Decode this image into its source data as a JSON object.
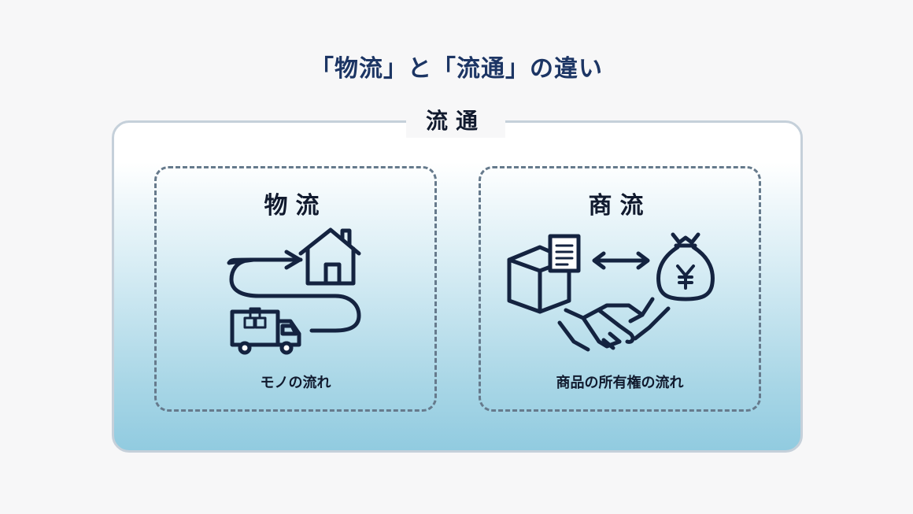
{
  "title": "「物流」と「流通」の違い",
  "outer": {
    "label": "流通"
  },
  "boxes": [
    {
      "title": "物流",
      "caption": "モノの流れ",
      "icons": [
        "route-arrow-icon",
        "house-icon",
        "delivery-truck-icon"
      ]
    },
    {
      "title": "商流",
      "caption": "商品の所有権の流れ",
      "icons": [
        "cardboard-box-icon",
        "document-icon",
        "double-arrow-icon",
        "money-bag-yen-icon",
        "handshake-icon"
      ]
    }
  ],
  "colors": {
    "title": "#1c3564",
    "icon": "#142340",
    "dashed_border": "#667a8c",
    "gradient_bottom": "#91cbe0"
  }
}
